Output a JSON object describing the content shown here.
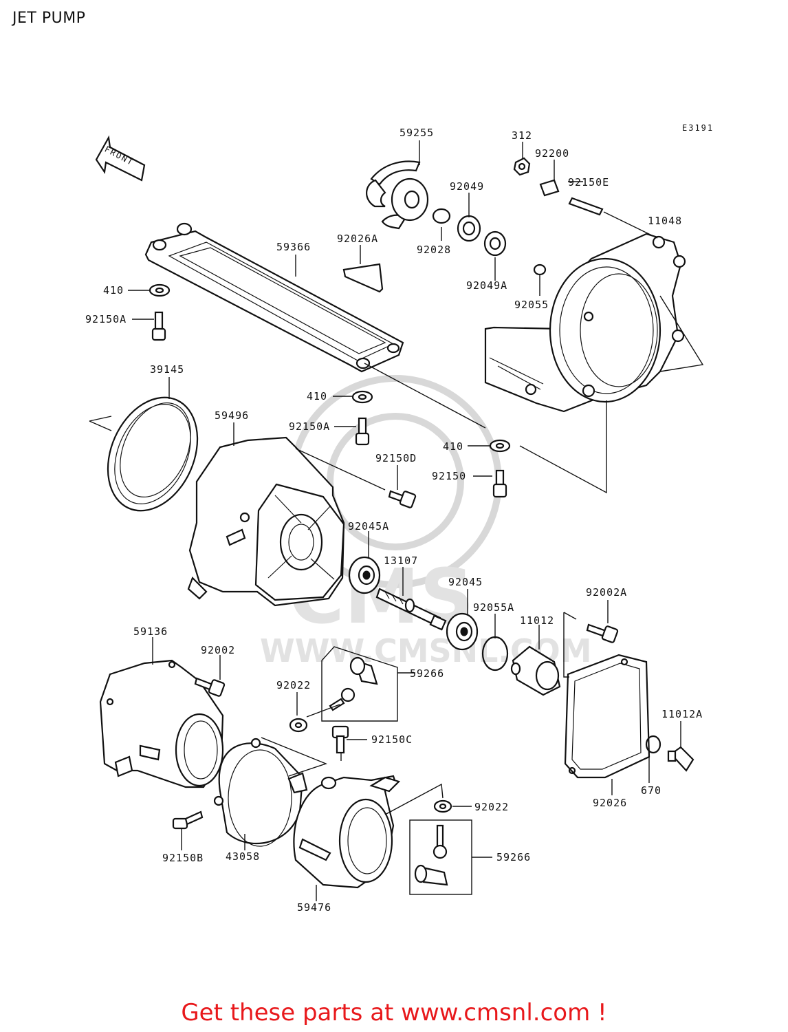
{
  "title": "JET PUMP",
  "diagram_code": "E3191",
  "front_label": "FRONT",
  "footer": "Get these parts at www.cmsnl.com !",
  "watermark": {
    "brand": "CMS",
    "url": "WWW.CMSNL.COM"
  },
  "callouts": {
    "p59255": "59255",
    "p312": "312",
    "p92200": "92200",
    "p92150E": "92150E",
    "p92049": "92049",
    "p11048": "11048",
    "p59366": "59366",
    "p92026A": "92026A",
    "p92028": "92028",
    "p410a": "410",
    "p92049A": "92049A",
    "p92055": "92055",
    "p92150Aa": "92150A",
    "p39145": "39145",
    "p410b": "410",
    "p59496": "59496",
    "p92150Ab": "92150A",
    "p410c": "410",
    "p92150D": "92150D",
    "p92150": "92150",
    "p92045A": "92045A",
    "p13107": "13107",
    "p92045": "92045",
    "p92002A": "92002A",
    "p92055A": "92055A",
    "p59136": "59136",
    "p11012": "11012",
    "p92002": "92002",
    "p59266a": "59266",
    "p92022a": "92022",
    "p11012A": "11012A",
    "p92150C": "92150C",
    "p670": "670",
    "p92022b": "92022",
    "p92026": "92026",
    "p92150B": "92150B",
    "p43058": "43058",
    "p59266b": "59266",
    "p59476": "59476"
  }
}
